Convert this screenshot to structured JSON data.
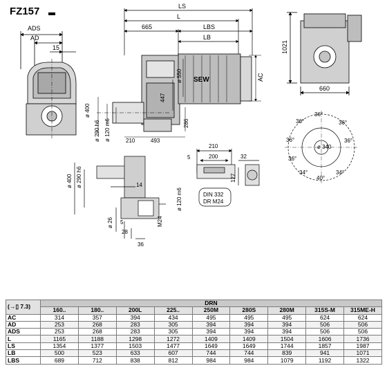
{
  "title": "FZ157",
  "drawing": {
    "front_dims": [
      "ADS",
      "AD",
      "15"
    ],
    "top_dims": [
      "LS",
      "L",
      "665",
      "LBS",
      "LB"
    ],
    "side_dims": [
      "AC",
      "1021",
      "660"
    ],
    "mid_dims": [
      "ø 400",
      "ø 290 h6",
      "ø 120 m6",
      "447",
      "ø 550",
      "286",
      "210",
      "493"
    ],
    "bolt_circle": [
      "36°",
      "36°",
      "36°",
      "36°",
      "36°",
      "36°",
      "34°",
      "40°",
      "34°",
      "ø 340"
    ],
    "shaft_dims": [
      "210",
      "5",
      "200",
      "32",
      "127",
      "DIN 332",
      "DR M24",
      "ø 120 m6"
    ],
    "hollow_dims": [
      "ø 400",
      "ø 290 h6",
      "14",
      "ø 26",
      "5",
      "28",
      "36",
      "M24"
    ],
    "brand": "SEW"
  },
  "table": {
    "corner_label": "7.3)",
    "group_header": "DRN",
    "columns": [
      "160..",
      "180..",
      "200L",
      "225..",
      "250M",
      "280S",
      "280M",
      "315S-M",
      "315ME-H"
    ],
    "rows": [
      {
        "label": "AC",
        "values": [
          "314",
          "357",
          "394",
          "434",
          "495",
          "495",
          "495",
          "624",
          "624"
        ]
      },
      {
        "label": "AD",
        "values": [
          "253",
          "268",
          "283",
          "305",
          "394",
          "394",
          "394",
          "506",
          "506"
        ]
      },
      {
        "label": "ADS",
        "values": [
          "253",
          "268",
          "283",
          "305",
          "394",
          "394",
          "394",
          "506",
          "506"
        ]
      },
      {
        "label": "L",
        "values": [
          "1165",
          "1188",
          "1298",
          "1272",
          "1409",
          "1409",
          "1504",
          "1606",
          "1736"
        ]
      },
      {
        "label": "LS",
        "values": [
          "1354",
          "1377",
          "1503",
          "1477",
          "1649",
          "1649",
          "1744",
          "1857",
          "1987"
        ]
      },
      {
        "label": "LB",
        "values": [
          "500",
          "523",
          "633",
          "607",
          "744",
          "744",
          "839",
          "941",
          "1071"
        ]
      },
      {
        "label": "LBS",
        "values": [
          "689",
          "712",
          "838",
          "812",
          "984",
          "984",
          "1079",
          "1192",
          "1322"
        ]
      }
    ]
  }
}
